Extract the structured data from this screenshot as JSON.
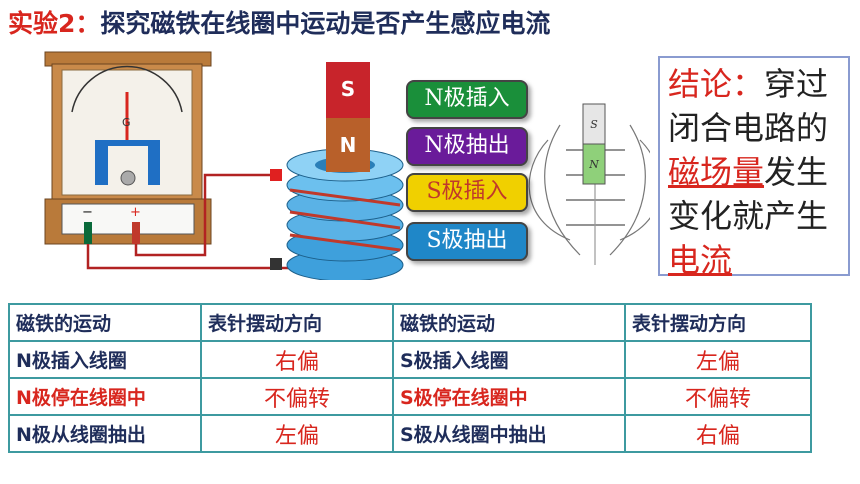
{
  "title": {
    "tag": "实验2：",
    "text": "探究磁铁在线圈中运动是否产生感应电流"
  },
  "magnet": {
    "top": "S",
    "bottom": "N"
  },
  "meter": {
    "minus": "−",
    "plus": "+",
    "g": "G"
  },
  "small_magnet": {
    "top": "S",
    "bottom": "N"
  },
  "buttons": [
    {
      "label": "N极插入",
      "bg": "#1a8f3a",
      "color": "#ffffff"
    },
    {
      "label": "N极抽出",
      "bg": "#6a1b9a",
      "color": "#ffffff"
    },
    {
      "label": "S极插入",
      "bg": "#f0d000",
      "color": "#c0392b"
    },
    {
      "label": "S极抽出",
      "bg": "#1f87c8",
      "color": "#ffffff"
    }
  ],
  "conclusion": {
    "label": "结论：",
    "text1": "穿过",
    "line2": "闭合电路的",
    "keyword1": "磁场量",
    "text3": "发生",
    "line4": "变化就产生",
    "keyword2": "电流"
  },
  "table": {
    "headers": [
      "磁铁的运动",
      "表针摆动方向",
      "磁铁的运动",
      "表针摆动方向"
    ],
    "rows": [
      [
        "N极插入线圈",
        "右偏",
        "S极插入线圈",
        "左偏"
      ],
      [
        "N极停在线圈中",
        "不偏转",
        "S极停在线圈中",
        "不偏转"
      ],
      [
        "N极从线圈抽出",
        "左偏",
        "S极从线圈中抽出",
        "右偏"
      ]
    ]
  }
}
